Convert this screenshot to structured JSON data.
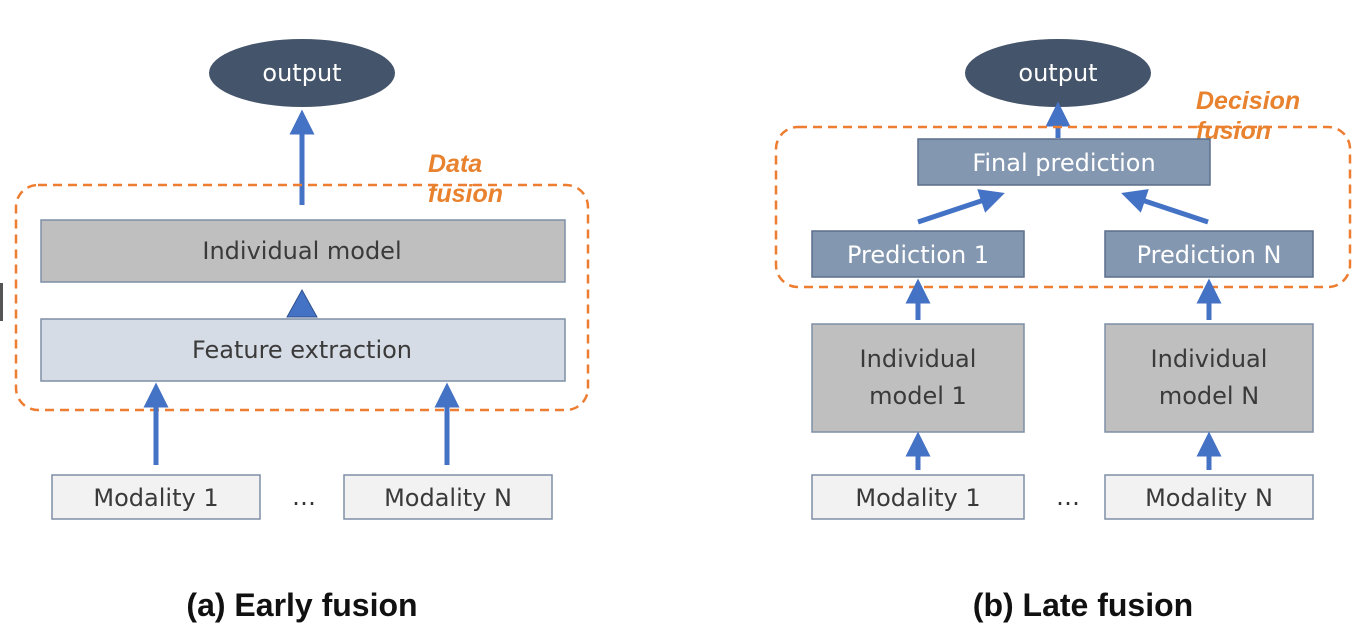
{
  "colors": {
    "arrow": "#4472c4",
    "fusion_border": "#ed7d31",
    "fusion_label": "#e8822e",
    "output_oval": "#44546a",
    "gray_box": "#bfbfbf",
    "light_box": "#d6dce5",
    "pred_box": "#8497b0",
    "input_box": "#f2f2f2"
  },
  "early": {
    "output": "output",
    "fusion_label_line1": "Data",
    "fusion_label_line2": "fusion",
    "model": "Individual model",
    "feature": "Feature extraction",
    "modality1": "Modality 1",
    "dots": "…",
    "modalityN": "Modality N",
    "caption": "(a) Early fusion"
  },
  "late": {
    "output": "output",
    "fusion_label_line1": "Decision",
    "fusion_label_line2": "fusion",
    "final": "Final prediction",
    "pred1": "Prediction 1",
    "predN": "Prediction N",
    "model1_line1": "Individual",
    "model1_line2": "model 1",
    "modelN_line1": "Individual",
    "modelN_line2": "model N",
    "modality1": "Modality 1",
    "dots": "…",
    "modalityN": "Modality N",
    "caption": "(b) Late fusion"
  }
}
